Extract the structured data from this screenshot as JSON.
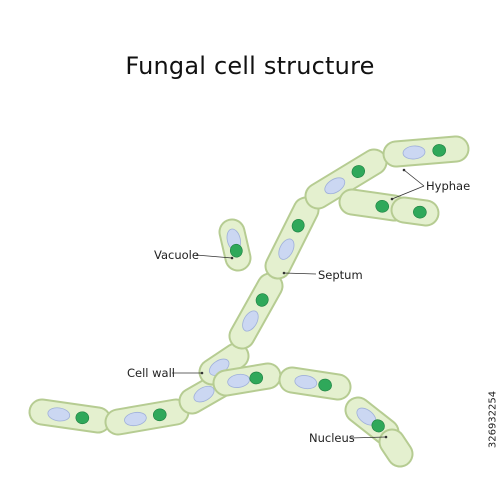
{
  "title": "Fungal cell structure",
  "labels": {
    "hyphae": "Hyphae",
    "vacuole": "Vacuole",
    "septum": "Septum",
    "cell_wall": "Cell wall",
    "nucleus": "Nucleus"
  },
  "stock_id": "326932254",
  "colors": {
    "cell_fill": "#e4f0cf",
    "cell_wall": "#b6cc92",
    "nucleus": "#2fa85a",
    "vacuole": "#cbd7f2",
    "leader_line": "#333333"
  }
}
